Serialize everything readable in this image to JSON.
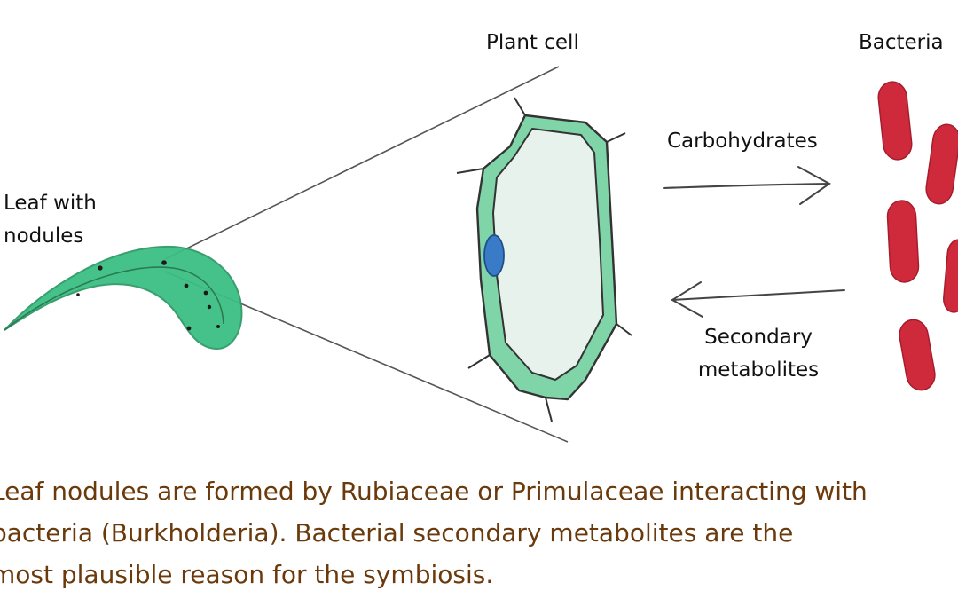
{
  "labels": {
    "leaf_line1": "Leaf with",
    "leaf_line2": "nodules",
    "plant_cell": "Plant cell",
    "bacteria": "Bacteria",
    "carbohydrates": "Carbohydrates",
    "secondary_line1": "Secondary",
    "secondary_line2": "metabolites"
  },
  "caption": {
    "line1": "Leaf nodules are formed by Rubiaceae or Primulaceae interacting with",
    "line2": "bacteria (Burkholderia). Bacterial secondary metabolites are the",
    "line3": "most plausible reason for the symbiosis."
  },
  "colors": {
    "caption_text": "#6b3a0c",
    "leaf_green": "#3cbf83",
    "cell_wall_green": "#7fd4a8",
    "cell_interior": "#e8f2ec",
    "nucleus_blue": "#3a7bc8",
    "bacteria_red": "#cf2a3c",
    "ink": "#333333"
  },
  "icons": [
    "leaf-icon",
    "plant-cell-icon",
    "nucleus-icon",
    "bacterium-icon",
    "arrow-right-icon",
    "arrow-left-icon"
  ]
}
